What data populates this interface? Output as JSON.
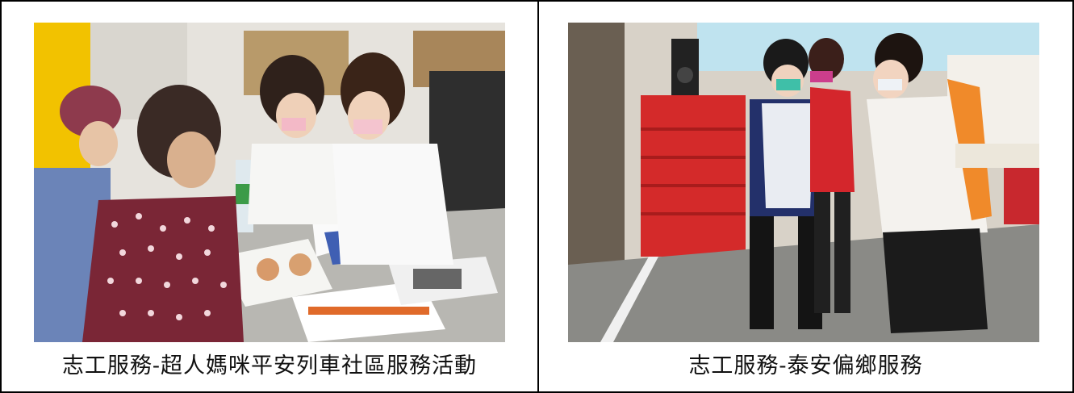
{
  "cells": [
    {
      "photo_description_icon": "photo-eye-exam",
      "caption": "志工服務-超人媽咪平安列車社區服務活動"
    },
    {
      "photo_description_icon": "photo-cpr-training",
      "caption": "志工服務-泰安偏鄉服務"
    }
  ],
  "colors": {
    "border": "#000000",
    "background": "#ffffff",
    "text": "#111111"
  }
}
